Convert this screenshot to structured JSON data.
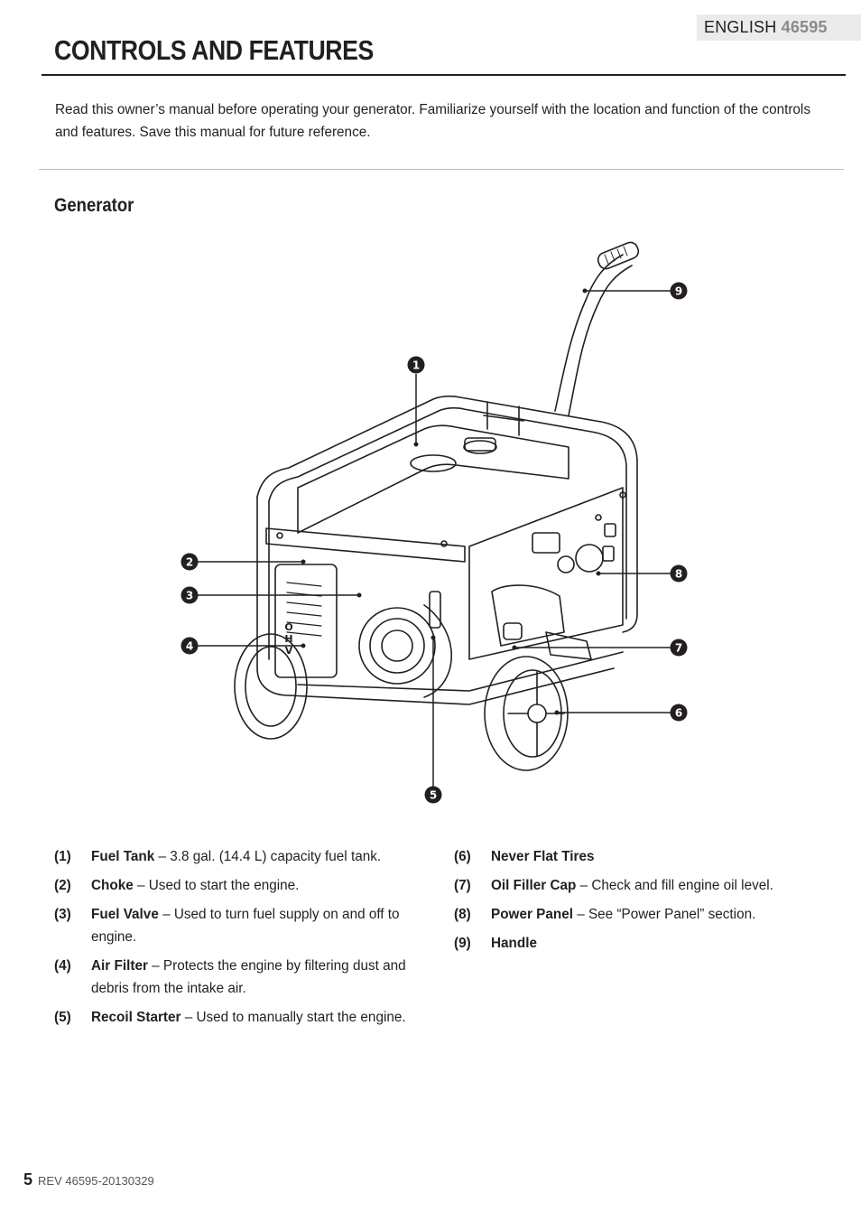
{
  "header": {
    "language": "ENGLISH",
    "model": "46595",
    "title": "CONTROLS AND FEATURES"
  },
  "intro": "Read this owner’s manual before operating your generator. Familiarize yourself with the location and function of the controls and features. Save this manual for future reference.",
  "section_heading": "Generator",
  "figure": {
    "callouts": [
      "1",
      "2",
      "3",
      "4",
      "5",
      "6",
      "7",
      "8",
      "9"
    ],
    "panel_letters": [
      "O",
      "H",
      "V"
    ]
  },
  "legend_left": [
    {
      "num": "(1)",
      "term": "Fuel Tank",
      "desc": " – 3.8 gal. (14.4 L) capacity fuel tank."
    },
    {
      "num": "(2)",
      "term": "Choke",
      "desc": " – Used to start the engine."
    },
    {
      "num": "(3)",
      "term": "Fuel Valve",
      "desc": " – Used to turn fuel supply on and off to engine."
    },
    {
      "num": "(4)",
      "term": "Air Filter",
      "desc": " – Protects the engine by filtering dust and debris from the intake air."
    },
    {
      "num": "(5)",
      "term": "Recoil Starter",
      "desc": " – Used to manually start the engine."
    }
  ],
  "legend_right": [
    {
      "num": "(6)",
      "term": "Never Flat Tires",
      "desc": ""
    },
    {
      "num": "(7)",
      "term": "Oil Filler Cap",
      "desc": " – Check and fill engine oil level."
    },
    {
      "num": "(8)",
      "term": "Power Panel",
      "desc": " – See “Power Panel” section."
    },
    {
      "num": "(9)",
      "term": "Handle",
      "desc": ""
    }
  ],
  "footer": {
    "page_number": "5",
    "revision": "REV 46595-20130329"
  }
}
